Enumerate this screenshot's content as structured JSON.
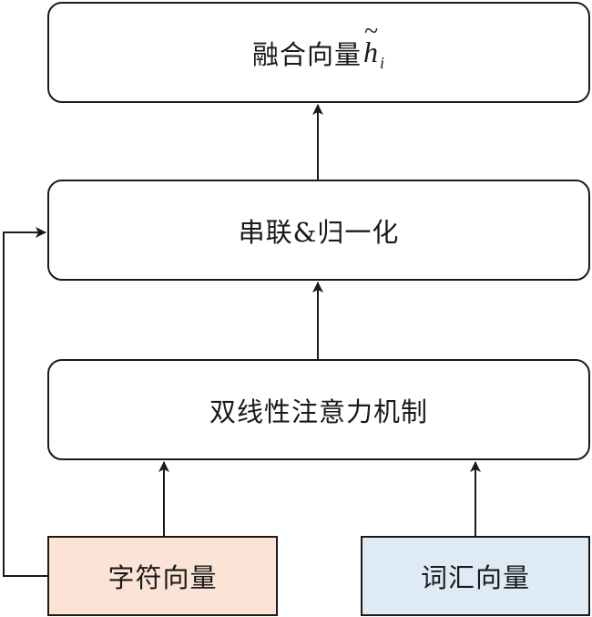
{
  "nodes": {
    "fusion": {
      "label": "融合向量",
      "symbol": "h",
      "symbol_sub": "i",
      "symbol_accent": "~"
    },
    "concat": {
      "label": "串联&归一化"
    },
    "bilinear": {
      "label": "双线性注意力机制"
    },
    "char_vec": {
      "label": "字符向量",
      "fill": "#fbe4d5"
    },
    "word_vec": {
      "label": "词汇向量",
      "fill": "#deebf7"
    }
  },
  "edges": [
    {
      "from": "char_vec",
      "to": "bilinear"
    },
    {
      "from": "word_vec",
      "to": "bilinear"
    },
    {
      "from": "bilinear",
      "to": "concat"
    },
    {
      "from": "char_vec",
      "to": "concat",
      "route": "left-bypass"
    },
    {
      "from": "concat",
      "to": "fusion"
    }
  ]
}
